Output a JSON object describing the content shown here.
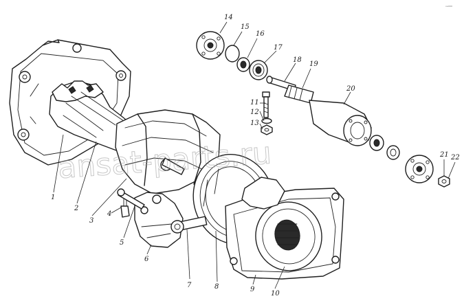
{
  "part_numbers": [
    "1",
    "2",
    "3",
    "4",
    "5",
    "6",
    "7",
    "8",
    "9",
    "10",
    "11",
    "12",
    "13",
    "14",
    "15",
    "16",
    "17",
    "18",
    "19",
    "20",
    "21",
    "22"
  ],
  "watermark": "ansat-parts.ru",
  "corner_mark": "ᵒᵉ⁰⁰⁰"
}
